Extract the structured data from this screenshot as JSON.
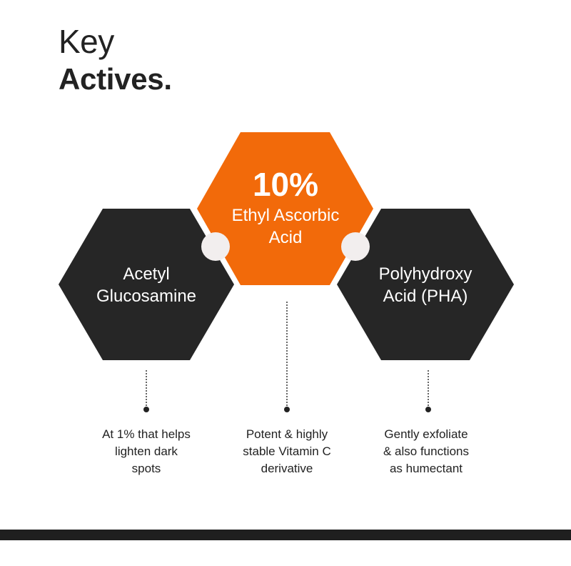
{
  "heading": {
    "line1": "Key",
    "line2": "Actives."
  },
  "colors": {
    "orange": "#f26a0a",
    "dark": "#262626",
    "connector": "#f2eeee",
    "text": "#222222"
  },
  "actives": [
    {
      "name_line1": "Acetyl",
      "name_line2": "Glucosamine",
      "description": [
        "At 1% that helps",
        "lighten dark",
        "spots"
      ]
    },
    {
      "percent": "10%",
      "name_line1": "Ethyl Ascorbic",
      "name_line2": "Acid",
      "description": [
        "Potent & highly",
        "stable Vitamin C",
        "derivative"
      ]
    },
    {
      "name_line1": "Polyhydroxy",
      "name_line2": "Acid (PHA)",
      "description": [
        "Gently exfoliate",
        "& also functions",
        "as humectant"
      ]
    }
  ]
}
